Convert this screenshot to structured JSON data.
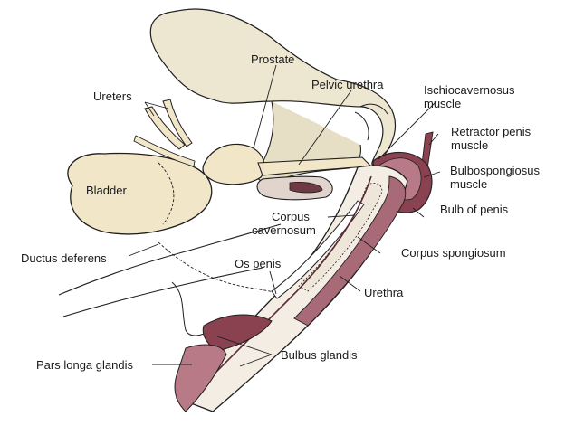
{
  "labels": {
    "prostate": "Prostate",
    "pelvic_urethra": "Pelvic urethra",
    "ischiocavernosus_1": "Ischiocavernosus",
    "ischiocavernosus_2": "muscle",
    "ureters": "Ureters",
    "retractor_1": "Retractor penis",
    "retractor_2": "muscle",
    "bulbospongiosus_1": "Bulbospongiosus",
    "bulbospongiosus_2": "muscle",
    "bladder": "Bladder",
    "bulb_of_penis": "Bulb of penis",
    "corpus_cavernosum_1": "Corpus",
    "corpus_cavernosum_2": "cavernosum",
    "ductus_deferens": "Ductus deferens",
    "corpus_spongiosum": "Corpus spongiosum",
    "os_penis": "Os penis",
    "urethra": "Urethra",
    "bulbus_glandis": "Bulbus glandis",
    "pars_longa_glandis": "Pars longa glandis"
  },
  "colors": {
    "bone": "#ede7d2",
    "bladder": "#f1e6c8",
    "tissue": "#f4ede4",
    "muscle": "#8a4250",
    "erectile": "#b87a86",
    "outline": "#1f1f1f"
  }
}
